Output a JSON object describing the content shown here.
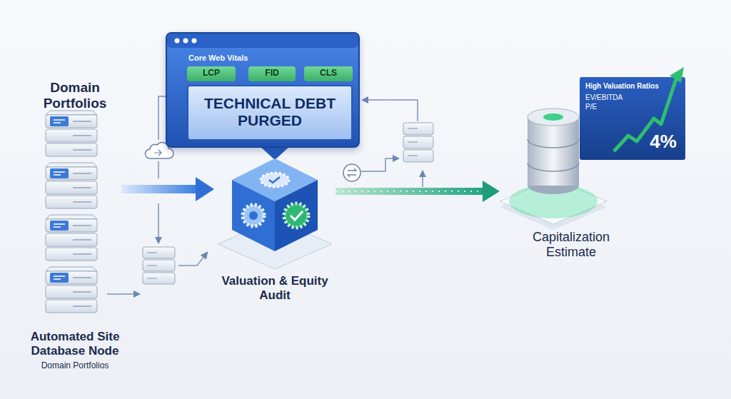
{
  "diagram": {
    "nodes": [
      {
        "text": [
          "Domain Portfolios",
          "Automated Site Database Node",
          "Domain Portfolios"
        ]
      },
      {
        "text": [
          "Core Web Vitals"
        ]
      },
      {
        "text": [
          "LCP"
        ],
        "in": 1
      },
      {
        "text": [
          "FID"
        ],
        "in": 1
      },
      {
        "text": [
          "CLS"
        ],
        "in": 1
      },
      {
        "text": [
          "TECHNICAL DEBT PURGED"
        ],
        "in": 1
      },
      {
        "text": [
          "Valuation & Equity Audit"
        ]
      },
      {
        "text": [
          "Capitalization Estimate"
        ]
      },
      {
        "text": [
          "High Valuation Ratios",
          "EV/EBITDA",
          "P/E",
          "4%"
        ]
      }
    ],
    "edges": [
      {
        "from": 0,
        "to": 6,
        "arrow": "to"
      },
      {
        "from": 6,
        "to": 7,
        "arrow": "to"
      }
    ]
  }
}
